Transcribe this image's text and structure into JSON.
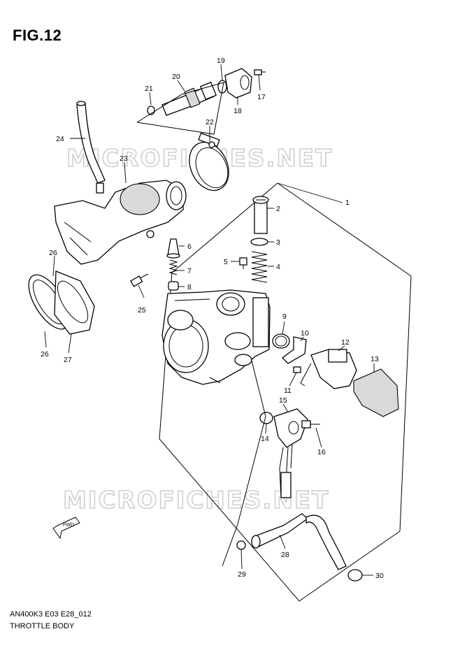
{
  "figure": {
    "title": "FIG.12"
  },
  "watermark": {
    "text": "MICROFICHES.NET"
  },
  "footer": {
    "code": "AN400K3 E03 E28_012",
    "description": "THROTTLE BODY"
  },
  "fwd_label": "FWD",
  "callouts": [
    "1",
    "2",
    "3",
    "4",
    "5",
    "6",
    "7",
    "8",
    "9",
    "10",
    "11",
    "12",
    "13",
    "14",
    "15",
    "16",
    "17",
    "18",
    "19",
    "20",
    "21",
    "22",
    "23",
    "24",
    "25",
    "26",
    "27",
    "28",
    "29",
    "30"
  ]
}
